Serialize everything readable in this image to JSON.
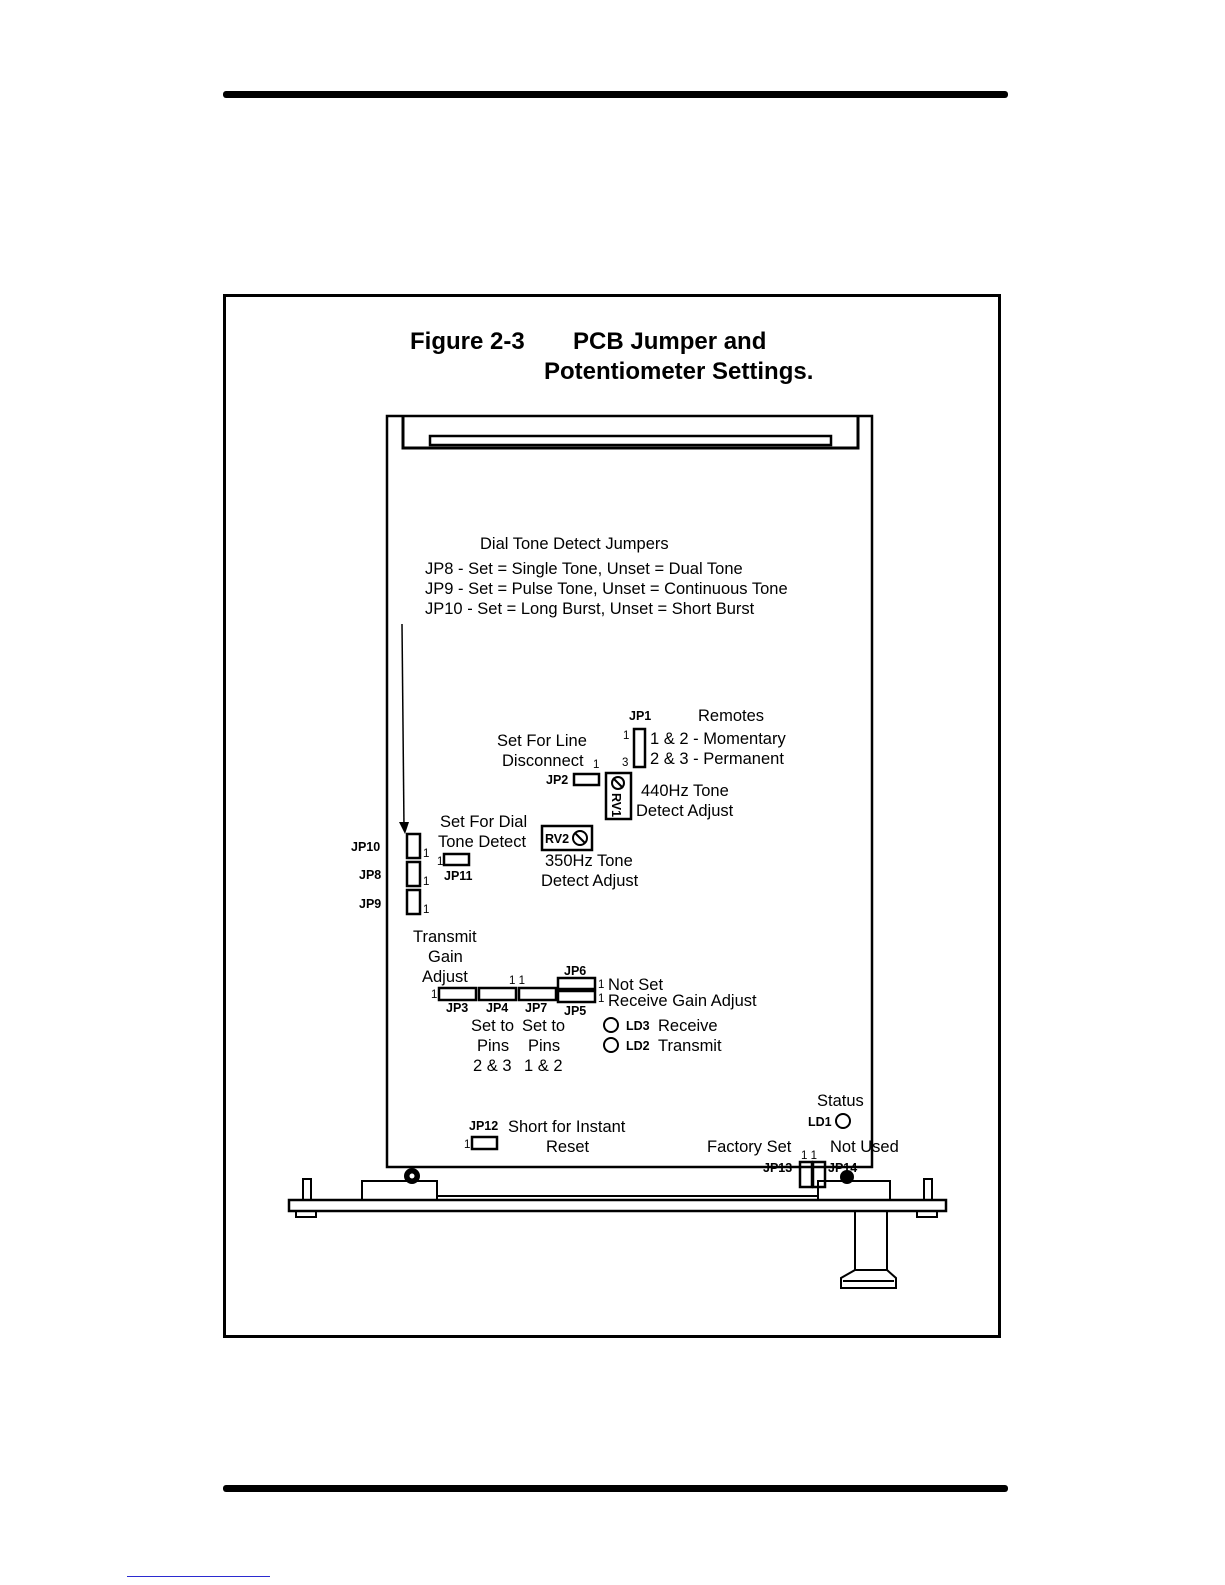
{
  "figure": {
    "number": "Figure 2-3",
    "title_line1": "PCB Jumper and",
    "title_line2": "Potentiometer Settings."
  },
  "dial_tone": {
    "heading": "Dial Tone Detect Jumpers",
    "line1": "JP8 - Set = Single Tone, Unset = Dual Tone",
    "line2": "JP9 - Set = Pulse Tone, Unset = Continuous Tone",
    "line3": "JP10 - Set = Long Burst, Unset = Short Burst"
  },
  "jp1": {
    "tag": "JP1",
    "title": "Remotes",
    "pin1": "1",
    "pin3": "3",
    "opt1": "1 & 2 - Momentary",
    "opt2": "2 & 3 - Permanent"
  },
  "jp2": {
    "tag": "JP2",
    "pin": "1",
    "label1": "Set For Line",
    "label2": "Disconnect"
  },
  "rv1": {
    "tag": "RV1",
    "label1": "440Hz Tone",
    "label2": "Detect Adjust"
  },
  "rv2": {
    "tag": "RV2",
    "label1": "350Hz Tone",
    "label2": "Detect Adjust"
  },
  "jp11": {
    "tag": "JP11",
    "pin": "1",
    "label1": "Set For Dial",
    "label2": "Tone Detect"
  },
  "left_jumpers": [
    {
      "tag": "JP10",
      "pin": "1"
    },
    {
      "tag": "JP8",
      "pin": "1"
    },
    {
      "tag": "JP9",
      "pin": "1"
    }
  ],
  "transmit": {
    "line1": "Transmit",
    "line2": "Gain",
    "line3": "Adjust",
    "pin": "1"
  },
  "gain_row": {
    "jp3": "JP3",
    "jp4": "JP4",
    "jp7": "JP7",
    "jp6": "JP6",
    "jp5": "JP5",
    "pins_11": "1 1",
    "pin_jp6": "1",
    "pin_jp5": "1",
    "jp6_label": "Not Set",
    "jp5_label": "Receive Gain Adjust"
  },
  "set_to": {
    "left": [
      "Set to",
      "Pins",
      "2 & 3"
    ],
    "right": [
      "Set to",
      "Pins",
      "1 & 2"
    ]
  },
  "leds": {
    "ld3_tag": "LD3",
    "ld3_label": "Receive",
    "ld2_tag": "LD2",
    "ld2_label": "Transmit",
    "ld1_tag": "LD1",
    "ld1_label": "Status"
  },
  "jp12": {
    "tag": "JP12",
    "pin": "1",
    "label1": "Short for Instant",
    "label2": "Reset"
  },
  "bottom_right": {
    "factory": "Factory Set",
    "not_used": "Not Used",
    "pins": "1 1",
    "jp13": "JP13",
    "jp14": "JP14"
  }
}
